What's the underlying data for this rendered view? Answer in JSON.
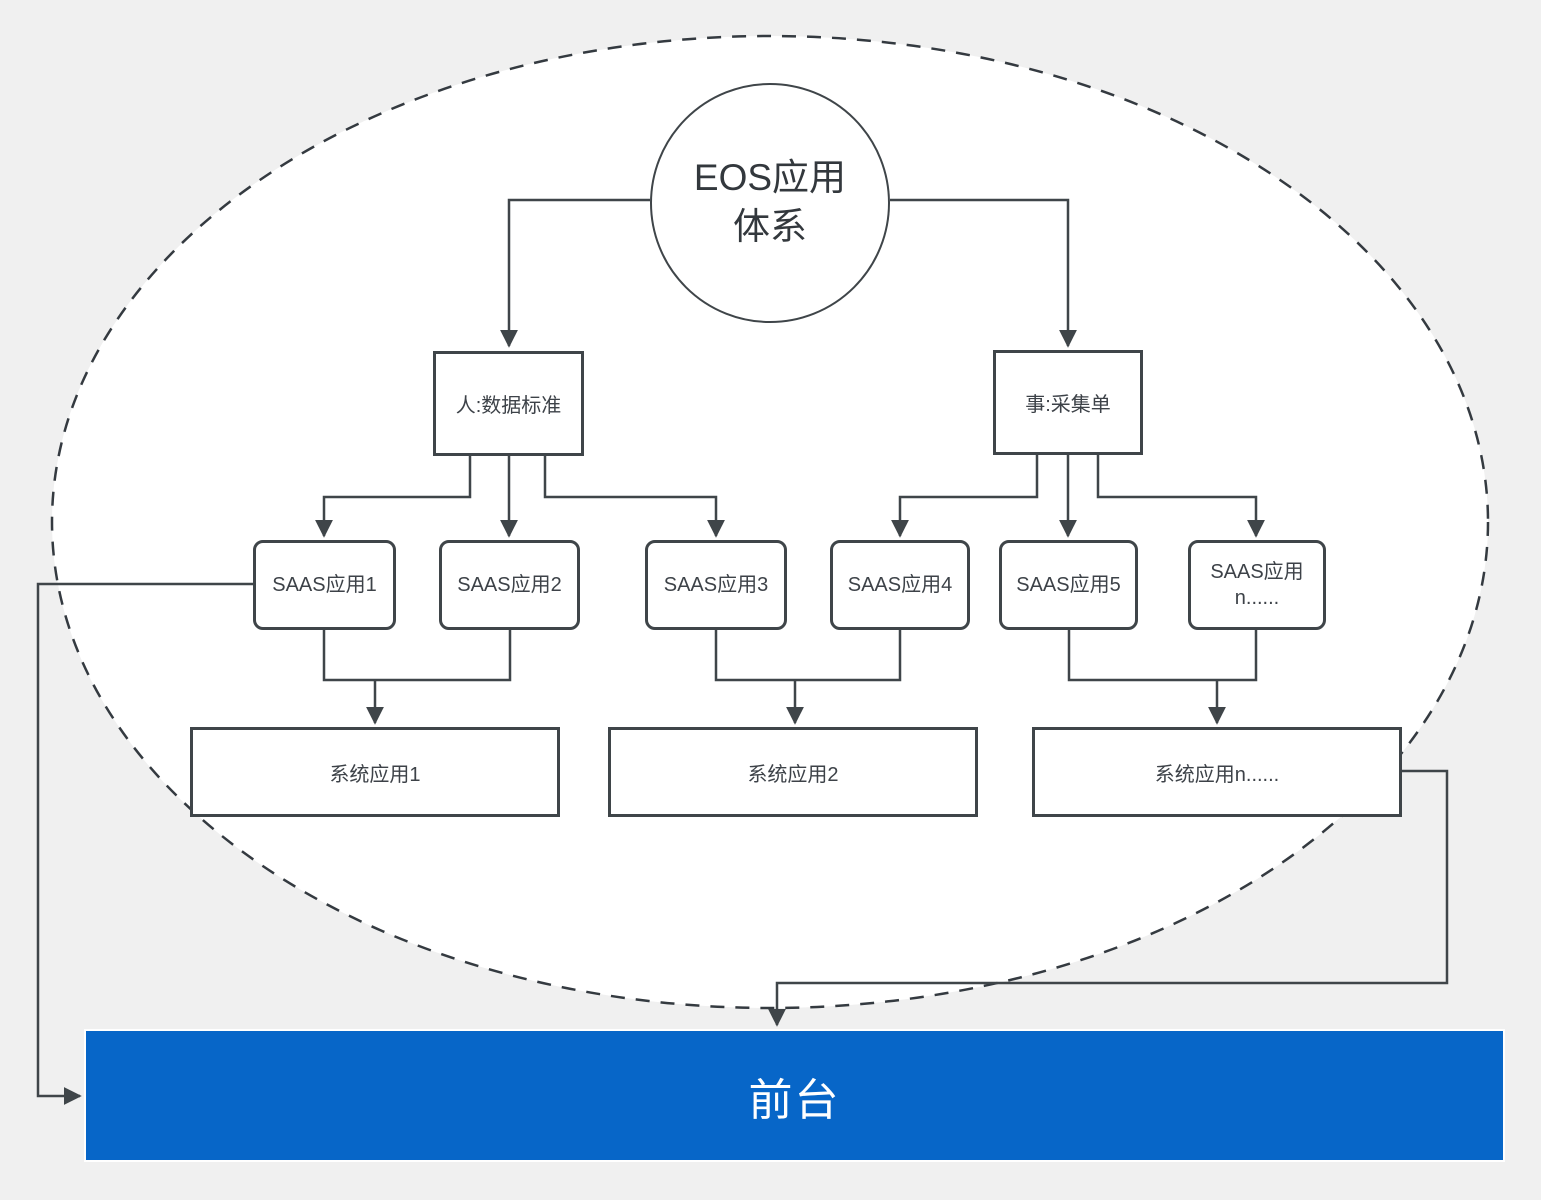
{
  "diagram": {
    "type": "flowchart",
    "boundary": "dashed-ellipse",
    "colors": {
      "background": "#f0f0f0",
      "ellipse_fill": "#ffffff",
      "line": "#3f4549",
      "node_border": "#3f4549",
      "node_text": "#3d4248",
      "frontend_fill": "#0766c8",
      "frontend_text": "#ffffff"
    },
    "root": {
      "label": "EOS应用体系"
    },
    "level2": [
      {
        "label": "人:数据标准"
      },
      {
        "label": "事:采集单"
      }
    ],
    "saas_apps": [
      {
        "label": "SAAS应用1"
      },
      {
        "label": "SAAS应用2"
      },
      {
        "label": "SAAS应用3"
      },
      {
        "label": "SAAS应用4"
      },
      {
        "label": "SAAS应用5"
      },
      {
        "label": "SAAS应用n......"
      }
    ],
    "system_apps": [
      {
        "label": "系统应用1"
      },
      {
        "label": "系统应用2"
      },
      {
        "label": "系统应用n......"
      }
    ],
    "frontend": {
      "label": "前台"
    },
    "edges": [
      "root -> 人:数据标准",
      "root -> 事:采集单",
      "人:数据标准 -> SAAS应用1",
      "人:数据标准 -> SAAS应用2",
      "人:数据标准 -> SAAS应用3",
      "事:采集单 -> SAAS应用4",
      "事:采集单 -> SAAS应用5",
      "事:采集单 -> SAAS应用n......",
      "SAAS应用1+SAAS应用2 -> 系统应用1",
      "SAAS应用3+SAAS应用4 -> 系统应用2",
      "SAAS应用5+SAAS应用n...... -> 系统应用n......",
      "SAAS应用1 -> 前台",
      "系统应用n...... -> 前台"
    ]
  }
}
